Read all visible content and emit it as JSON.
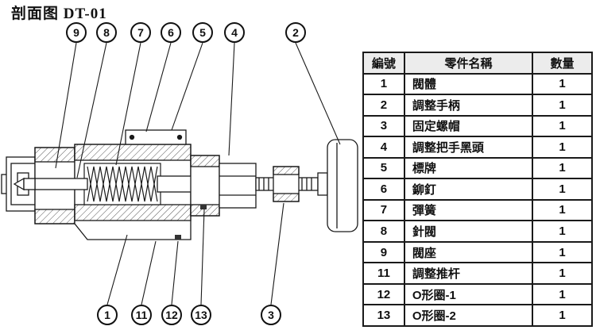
{
  "title": "剖面图 DT-01",
  "callouts": {
    "top": [
      "9",
      "8",
      "7",
      "6",
      "5",
      "4",
      "2"
    ],
    "bottom": [
      "1",
      "11",
      "12",
      "13",
      "3"
    ]
  },
  "table": {
    "headers": [
      "編號",
      "零件名稱",
      "數量"
    ],
    "rows": [
      {
        "no": "1",
        "name": "閥體",
        "qty": "1"
      },
      {
        "no": "2",
        "name": "調整手柄",
        "qty": "1"
      },
      {
        "no": "3",
        "name": "固定螺帽",
        "qty": "1"
      },
      {
        "no": "4",
        "name": "調整把手黑頭",
        "qty": "1"
      },
      {
        "no": "5",
        "name": "標牌",
        "qty": "1"
      },
      {
        "no": "6",
        "name": "鉚釘",
        "qty": "1"
      },
      {
        "no": "7",
        "name": "彈簧",
        "qty": "1"
      },
      {
        "no": "8",
        "name": "針閥",
        "qty": "1"
      },
      {
        "no": "9",
        "name": "閥座",
        "qty": "1"
      },
      {
        "no": "11",
        "name": "調整推杆",
        "qty": "1"
      },
      {
        "no": "12",
        "name": "O形圈-1",
        "qty": "1"
      },
      {
        "no": "13",
        "name": "O形圈-2",
        "qty": "1"
      }
    ]
  },
  "colors": {
    "line": "#1a1a1a",
    "hatch": "#555555",
    "header_bg": "#ececec"
  }
}
